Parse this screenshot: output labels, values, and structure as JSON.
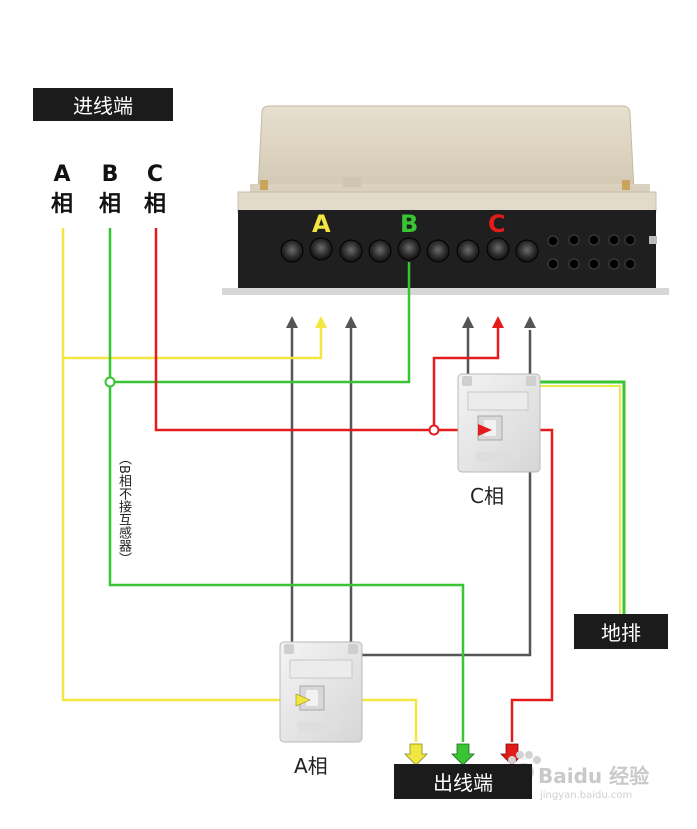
{
  "labels": {
    "incoming": "进线端",
    "outgoing": "出线端",
    "ground": "地排",
    "phase_a": [
      "A",
      "相"
    ],
    "phase_b": [
      "B",
      "相"
    ],
    "phase_c": [
      "C",
      "相"
    ],
    "ct_c": "C相",
    "ct_a": "A相",
    "b_note": "（B相不接互感器）",
    "meter_a": "A",
    "meter_b": "B",
    "meter_c": "C"
  },
  "watermark": {
    "brand": "Baidu 经验",
    "url": "jingyan.baidu.com"
  },
  "colors": {
    "phase_a": "#f2e640",
    "phase_b": "#39c433",
    "phase_c": "#e41b1b",
    "neutral": "#555555",
    "ground_green": "#39c433",
    "ground_yellow": "#e8e84a"
  }
}
